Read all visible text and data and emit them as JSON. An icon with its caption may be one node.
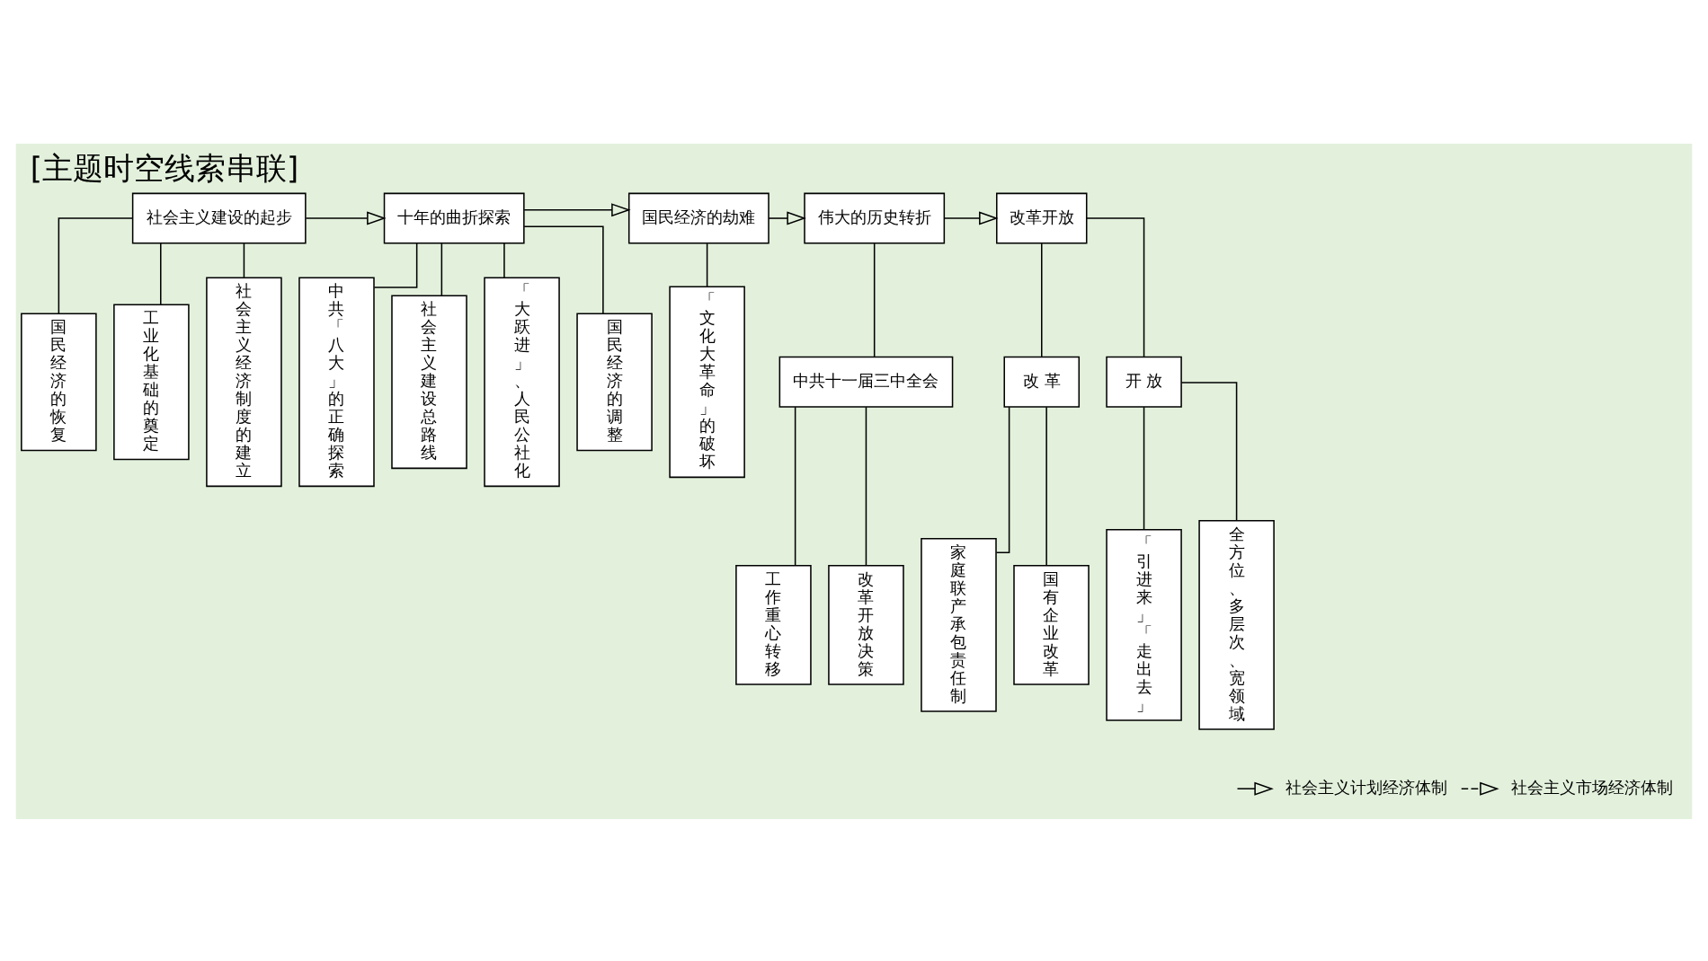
{
  "diagram": {
    "title": "[主题时空线索串联]",
    "nodes": [
      {
        "text": [
          "社会主义建设的起步"
        ]
      },
      {
        "text": [
          "国民经济的恢复"
        ]
      },
      {
        "text": [
          "工业化基础的奠定"
        ]
      },
      {
        "text": [
          "社会主义经济制度的建立"
        ]
      },
      {
        "text": [
          "十年的曲折探索"
        ]
      },
      {
        "text": [
          "中共「八大」的正确探索"
        ]
      },
      {
        "text": [
          "社会主义建设总路线"
        ]
      },
      {
        "text": [
          "「大跃进」、人民公社化"
        ]
      },
      {
        "text": [
          "国民经济的调整"
        ]
      },
      {
        "text": [
          "国民经济的劫难"
        ]
      },
      {
        "text": [
          "「文化大革命」的破坏"
        ]
      },
      {
        "text": [
          "伟大的历史转折"
        ]
      },
      {
        "text": [
          "中共十一届三中全会"
        ]
      },
      {
        "text": [
          "工作重心转移"
        ]
      },
      {
        "text": [
          "改革开放决策"
        ]
      },
      {
        "text": [
          "改革开放"
        ]
      },
      {
        "text": [
          "改 革"
        ]
      },
      {
        "text": [
          "家庭联产承包责任制"
        ]
      },
      {
        "text": [
          "国有企业改革"
        ]
      },
      {
        "text": [
          "开 放"
        ]
      },
      {
        "text": [
          "「引进来」「走出去」"
        ]
      },
      {
        "text": [
          "全方位、多层次、宽领域"
        ]
      },
      {
        "text": [
          "社会主义计划经济体制"
        ]
      },
      {
        "text": [
          "社会主义市场经济体制"
        ]
      }
    ],
    "edges": [
      {
        "from": 0,
        "to": 4,
        "arrow": "to"
      },
      {
        "from": 4,
        "to": 9,
        "arrow": "to"
      },
      {
        "from": 9,
        "to": 11,
        "arrow": "to"
      },
      {
        "from": 11,
        "to": 15,
        "arrow": "to"
      },
      {
        "from": 0,
        "to": 1,
        "arrow": "none"
      },
      {
        "from": 0,
        "to": 2,
        "arrow": "none"
      },
      {
        "from": 0,
        "to": 3,
        "arrow": "none"
      },
      {
        "from": 4,
        "to": 5,
        "arrow": "none"
      },
      {
        "from": 4,
        "to": 6,
        "arrow": "none"
      },
      {
        "from": 4,
        "to": 7,
        "arrow": "none"
      },
      {
        "from": 4,
        "to": 8,
        "arrow": "none"
      },
      {
        "from": 9,
        "to": 10,
        "arrow": "none"
      },
      {
        "from": 11,
        "to": 12,
        "arrow": "none"
      },
      {
        "from": 12,
        "to": 13,
        "arrow": "none"
      },
      {
        "from": 12,
        "to": 14,
        "arrow": "none"
      },
      {
        "from": 15,
        "to": 16,
        "arrow": "none"
      },
      {
        "from": 15,
        "to": 19,
        "arrow": "none"
      },
      {
        "from": 16,
        "to": 17,
        "arrow": "none"
      },
      {
        "from": 16,
        "to": 18,
        "arrow": "none"
      },
      {
        "from": 19,
        "to": 20,
        "arrow": "none"
      },
      {
        "from": 19,
        "to": 21,
        "arrow": "none"
      },
      {
        "from": null,
        "to": 22,
        "arrow": "to"
      },
      {
        "from": 22,
        "to": 23,
        "arrow": "to",
        "style": "dashed"
      }
    ]
  }
}
